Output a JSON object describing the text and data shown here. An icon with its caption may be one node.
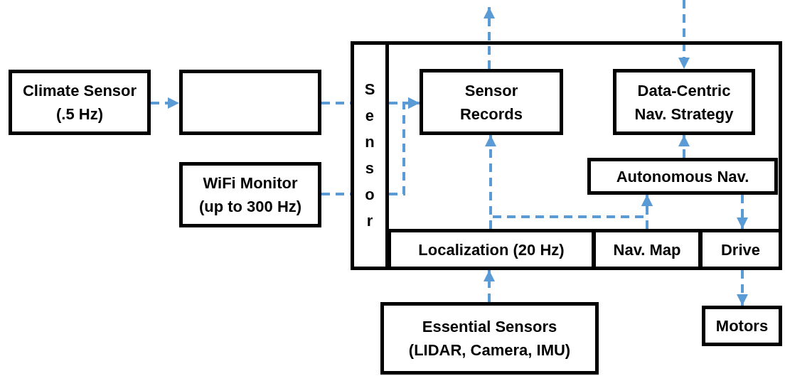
{
  "diagram": {
    "nodes": [
      {
        "text": [
          "Climate Sensor (.5 Hz)"
        ]
      },
      {
        "text": [],
        "shape": "box"
      },
      {
        "text": [
          "WiFi Monitor (up to 300 Hz)"
        ]
      },
      {
        "text": [],
        "shape": "box"
      },
      {
        "text": [
          "Sensor"
        ],
        "in": 3
      },
      {
        "text": [
          "Sensor Records"
        ],
        "in": 3
      },
      {
        "text": [
          "Data-Centric Nav. Strategy"
        ],
        "in": 3
      },
      {
        "text": [
          "Autonomous Nav."
        ],
        "in": 3
      },
      {
        "text": [
          "Localization (20 Hz)"
        ],
        "in": 3
      },
      {
        "text": [
          "Nav. Map"
        ],
        "in": 3
      },
      {
        "text": [
          "Drive"
        ],
        "in": 3
      },
      {
        "text": [
          "Essential Sensors (LIDAR, Camera, IMU)"
        ]
      },
      {
        "text": [
          "Motors"
        ]
      }
    ],
    "edges": [
      {
        "from": 0,
        "to": 1,
        "arrow": "to"
      },
      {
        "from": 1,
        "to": 4,
        "arrow": "none"
      },
      {
        "from": 2,
        "to": 4,
        "arrow": "none"
      },
      {
        "from": 4,
        "to": 5,
        "arrow": "to"
      },
      {
        "from": 4,
        "to": 5,
        "arrow": "to"
      },
      {
        "from": 5,
        "to": null,
        "arrow": "to"
      },
      {
        "from": null,
        "to": 6,
        "arrow": "to"
      },
      {
        "from": 8,
        "to": 5,
        "arrow": "to"
      },
      {
        "from": 8,
        "to": 7,
        "arrow": "to"
      },
      {
        "from": 9,
        "to": 7,
        "arrow": "to"
      },
      {
        "from": 7,
        "to": 6,
        "arrow": "to"
      },
      {
        "from": 7,
        "to": 10,
        "arrow": "to"
      },
      {
        "from": 10,
        "to": 12,
        "arrow": "to"
      },
      {
        "from": 11,
        "to": 8,
        "arrow": "to"
      }
    ]
  }
}
